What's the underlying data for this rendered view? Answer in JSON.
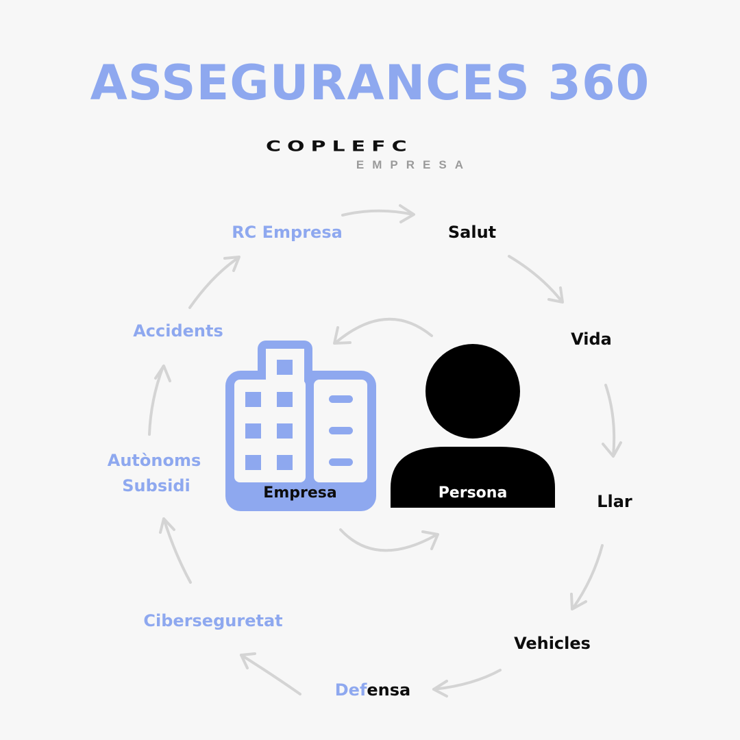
{
  "title": "ASSEGURANCES 360",
  "logo": {
    "name": "COPLEFC",
    "tagline": "EMPRESA"
  },
  "colors": {
    "accent": "#8ea8ef",
    "dark": "#0d0d0d",
    "arrow": "#d4d4d4",
    "background": "#f7f7f7"
  },
  "center": {
    "company_label": "Empresa",
    "person_label": "Persona"
  },
  "cycle": {
    "rc_empresa": "RC Empresa",
    "salut": "Salut",
    "vida": "Vida",
    "llar": "Llar",
    "vehicles": "Vehicles",
    "defensa_prefix": "Def",
    "defensa_suffix": "ensa",
    "ciberseguretat": "Ciberseguretat",
    "autonoms_line1": "Autònoms",
    "autonoms_line2": "Subsidi",
    "accidents": "Accidents"
  }
}
